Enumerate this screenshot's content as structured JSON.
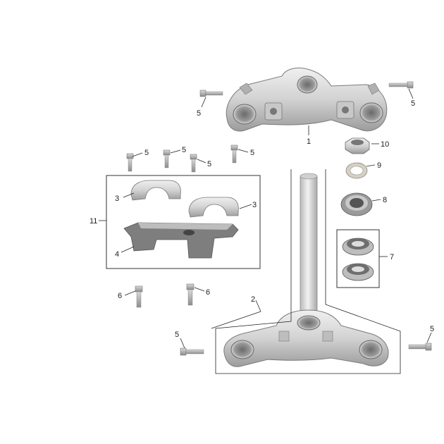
{
  "callouts": {
    "c1": "1",
    "c2": "2",
    "c3a": "3",
    "c3b": "3",
    "c4": "4",
    "c5": "5",
    "c6": "6",
    "c7": "7",
    "c8": "8",
    "c9": "9",
    "c10": "10",
    "c11": "11"
  },
  "parts": [
    {
      "ref": "1",
      "name": "upper-triple-clamp"
    },
    {
      "ref": "2",
      "name": "lower-triple-clamp-with-steering-stem"
    },
    {
      "ref": "3",
      "name": "handlebar-clamp-top"
    },
    {
      "ref": "4",
      "name": "handlebar-riser-base"
    },
    {
      "ref": "5",
      "name": "bolt"
    },
    {
      "ref": "6",
      "name": "bolt"
    },
    {
      "ref": "7",
      "name": "tapered-roller-bearings"
    },
    {
      "ref": "8",
      "name": "dust-seal"
    },
    {
      "ref": "9",
      "name": "washer"
    },
    {
      "ref": "10",
      "name": "steering-stem-nut"
    },
    {
      "ref": "11",
      "name": "handlebar-mount-assembly"
    }
  ],
  "colors": {
    "metal_light": "#e6e6e6",
    "metal_mid": "#c4c4c4",
    "metal_dark": "#8a8a8a",
    "bolt": "#b0b0b0",
    "line": "#222222"
  }
}
